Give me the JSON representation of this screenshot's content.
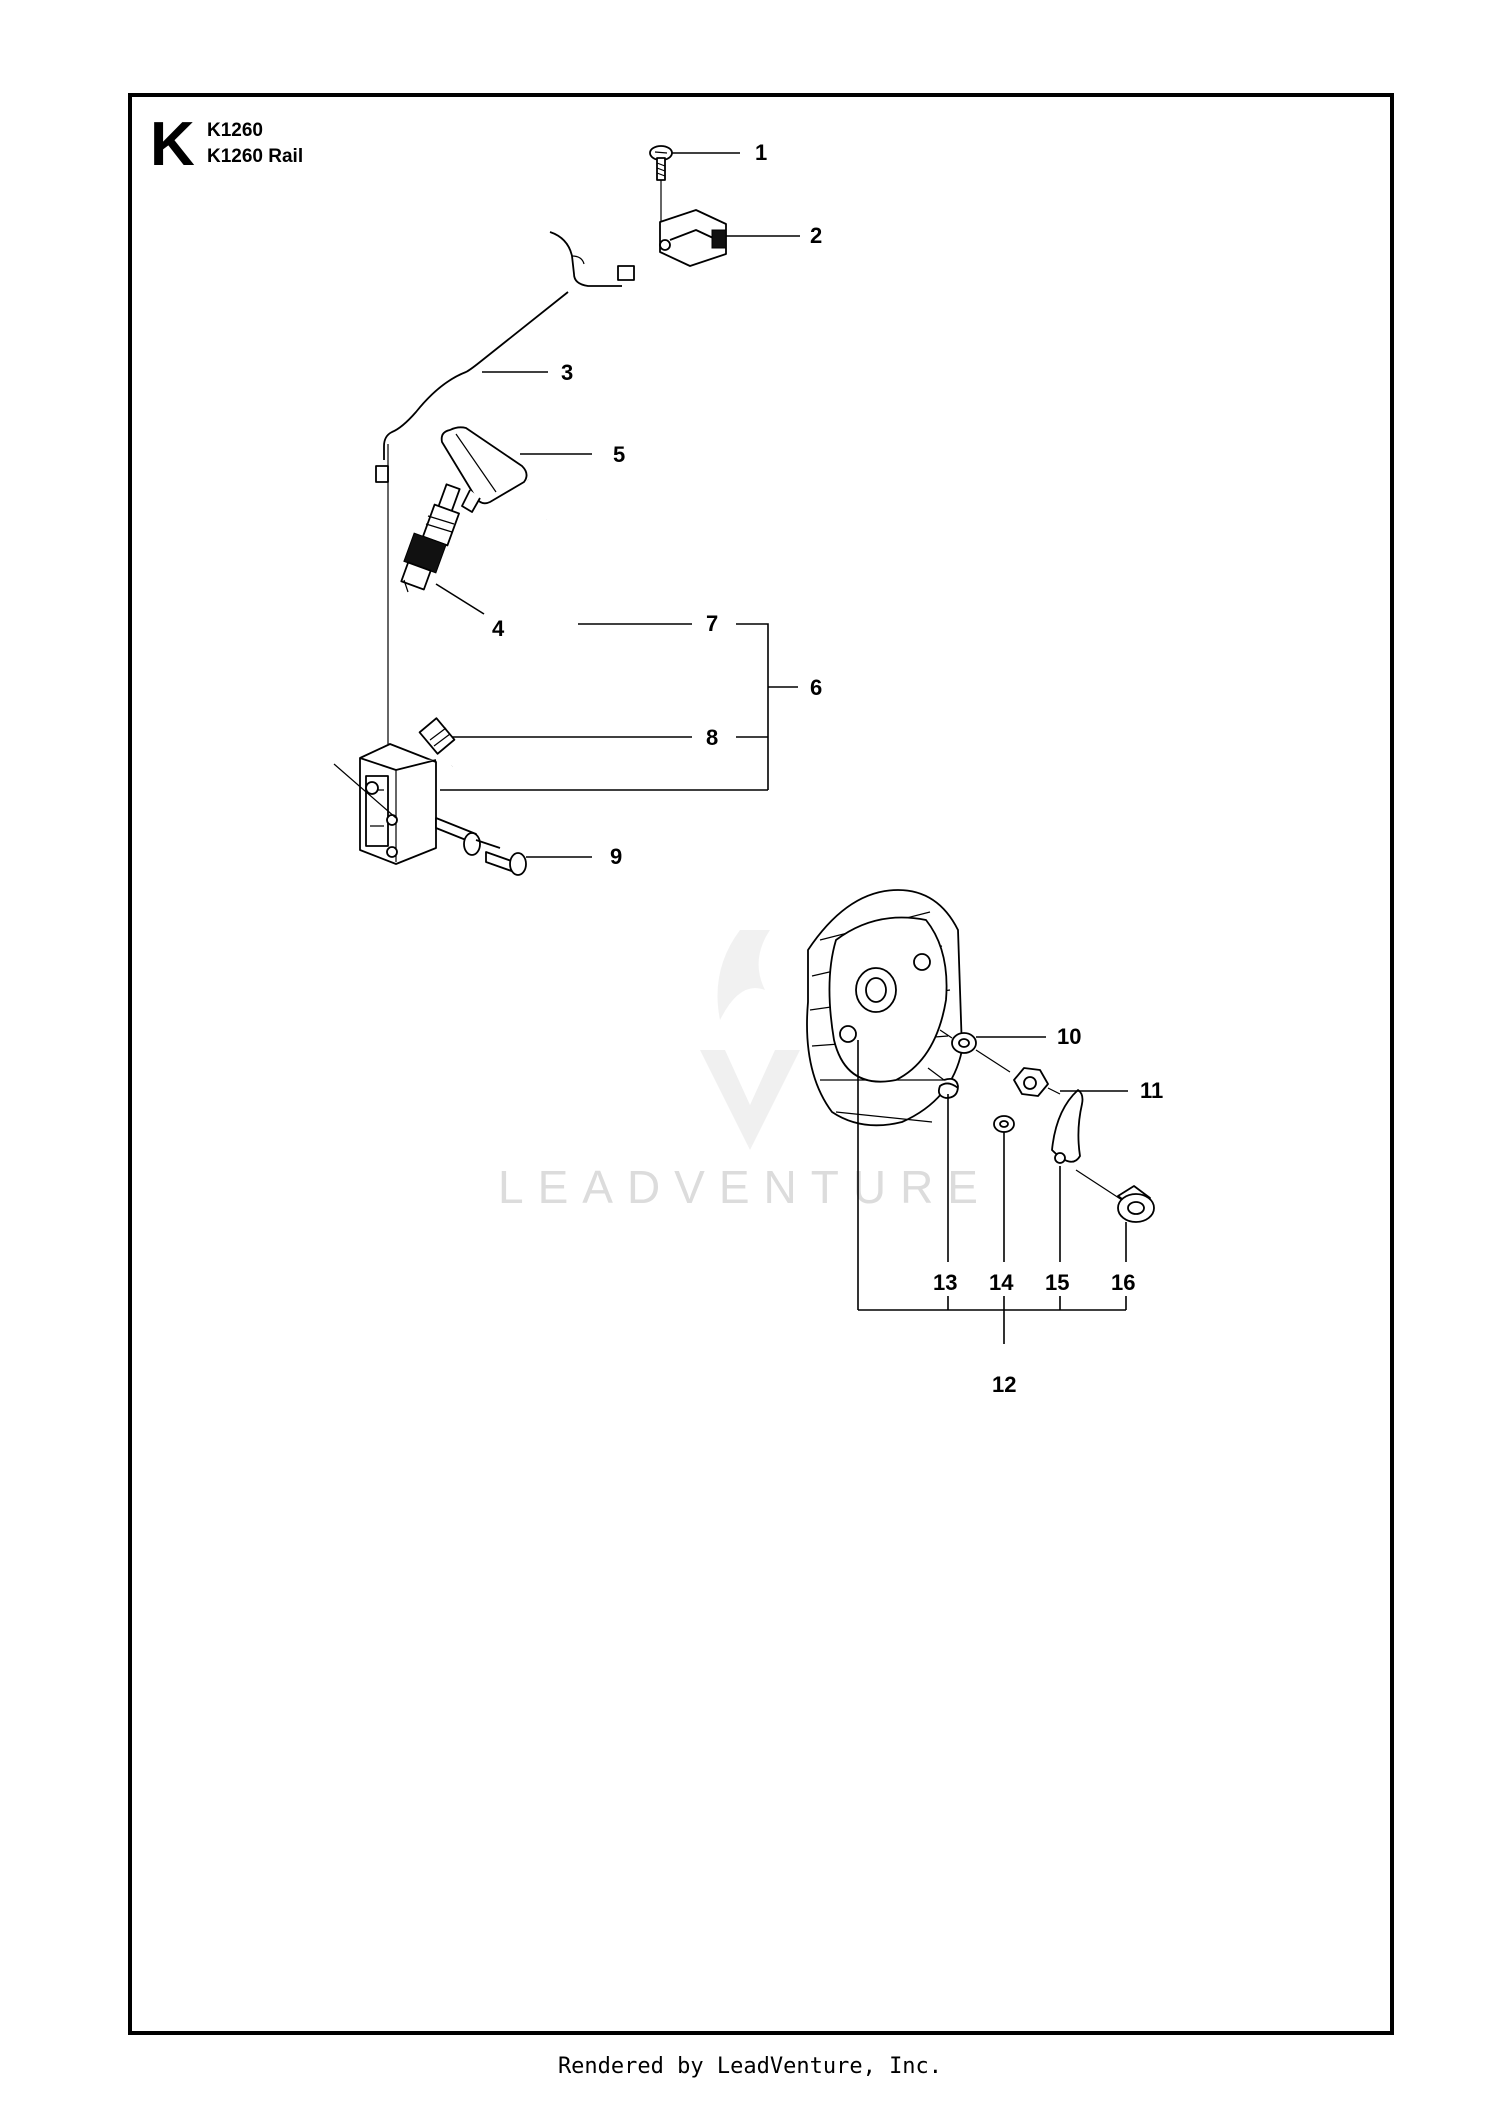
{
  "section_letter": "K",
  "models": [
    "K1260",
    "K1260 Rail"
  ],
  "watermark": "LEADVENTURE",
  "footer": "Rendered by LeadVenture, Inc.",
  "callouts": [
    "1",
    "2",
    "3",
    "4",
    "5",
    "6",
    "7",
    "8",
    "9",
    "10",
    "11",
    "12",
    "13",
    "14",
    "15",
    "16"
  ]
}
